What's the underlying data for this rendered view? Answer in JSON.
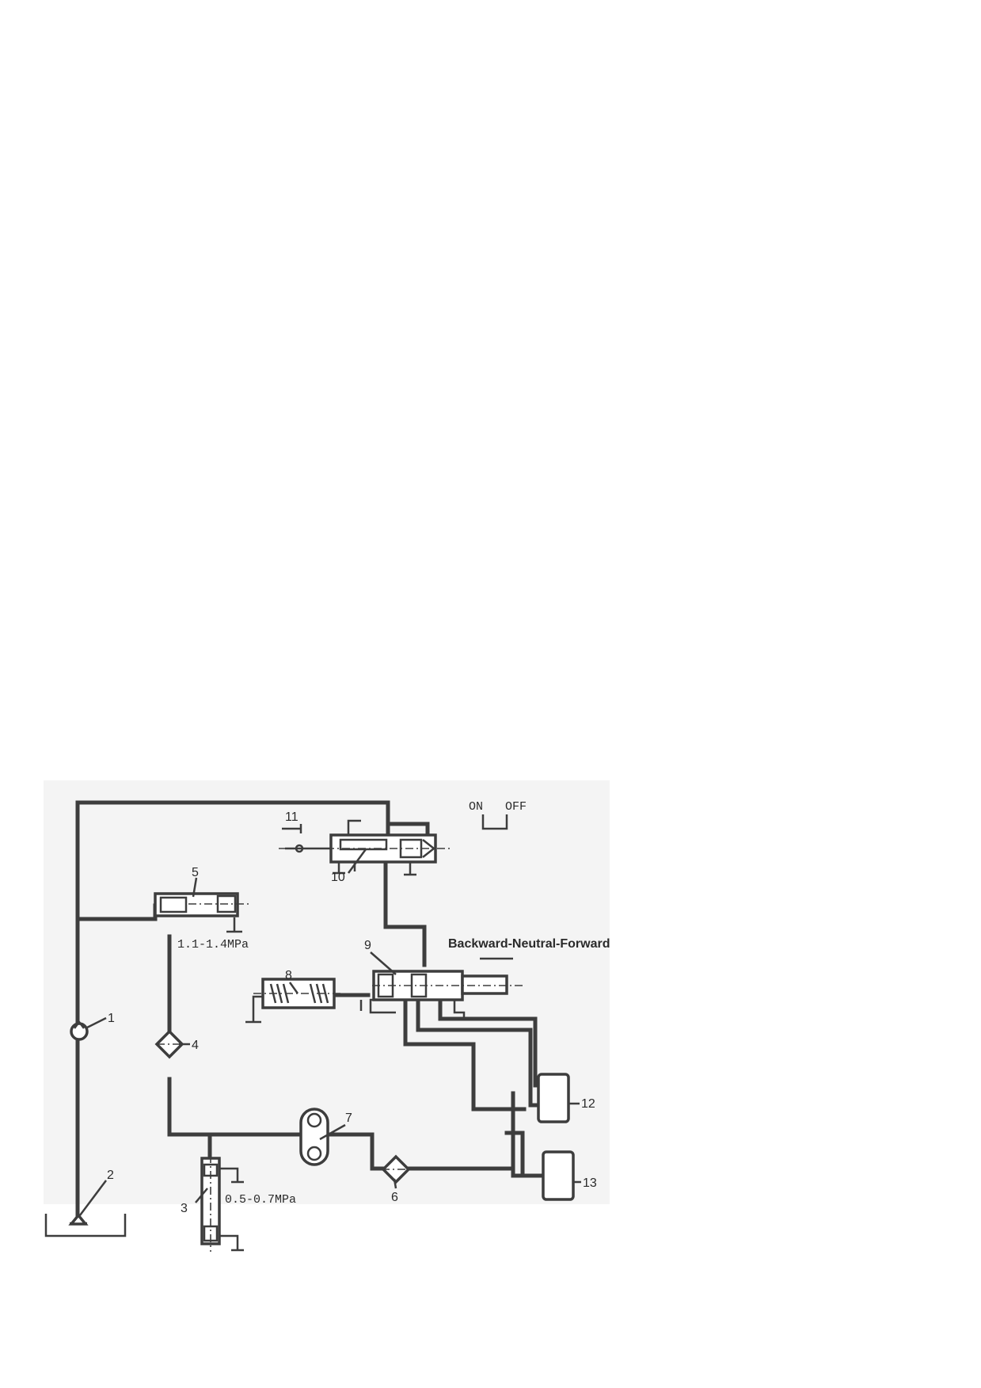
{
  "diagram": {
    "switch": {
      "on": "ON",
      "off": "OFF"
    },
    "caption_direction": "Backward-Neutral-Forward",
    "pressure_high": "1.1-1.4MPa",
    "pressure_low": "0.5-0.7MPa",
    "components": [
      "1",
      "2",
      "3",
      "4",
      "5",
      "6",
      "7",
      "8",
      "9",
      "10",
      "11",
      "12",
      "13"
    ]
  }
}
